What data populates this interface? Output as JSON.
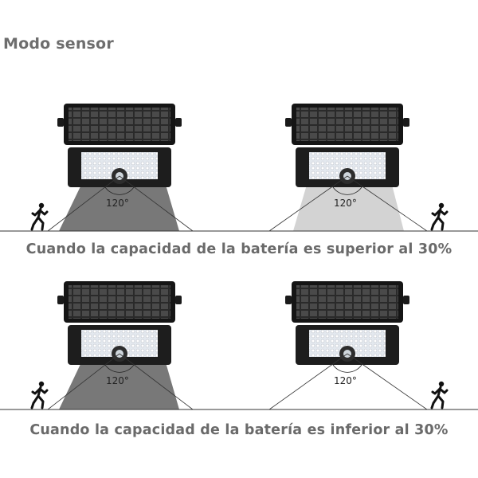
{
  "title": "Modo sensor",
  "captions": {
    "top": "Cuando la capacidad de la batería es superior al 30%",
    "bottom": "Cuando la capacidad de la batería es inferior al 30%"
  },
  "angle_label": "120°",
  "colors": {
    "text": "#6d6d6d",
    "panel": "#1f1f1f",
    "led": "#e9edf2",
    "beam_bright": "#7a7a7a",
    "beam_dim": "#d3d3d3",
    "ground": "#333333"
  },
  "scenes": [
    {
      "name": "top-left",
      "light": "bright",
      "person_side": "left"
    },
    {
      "name": "top-right",
      "light": "dim",
      "person_side": "right"
    },
    {
      "name": "bottom-left",
      "light": "bright",
      "person_side": "left"
    },
    {
      "name": "bottom-right",
      "light": "off",
      "person_side": "right"
    }
  ]
}
